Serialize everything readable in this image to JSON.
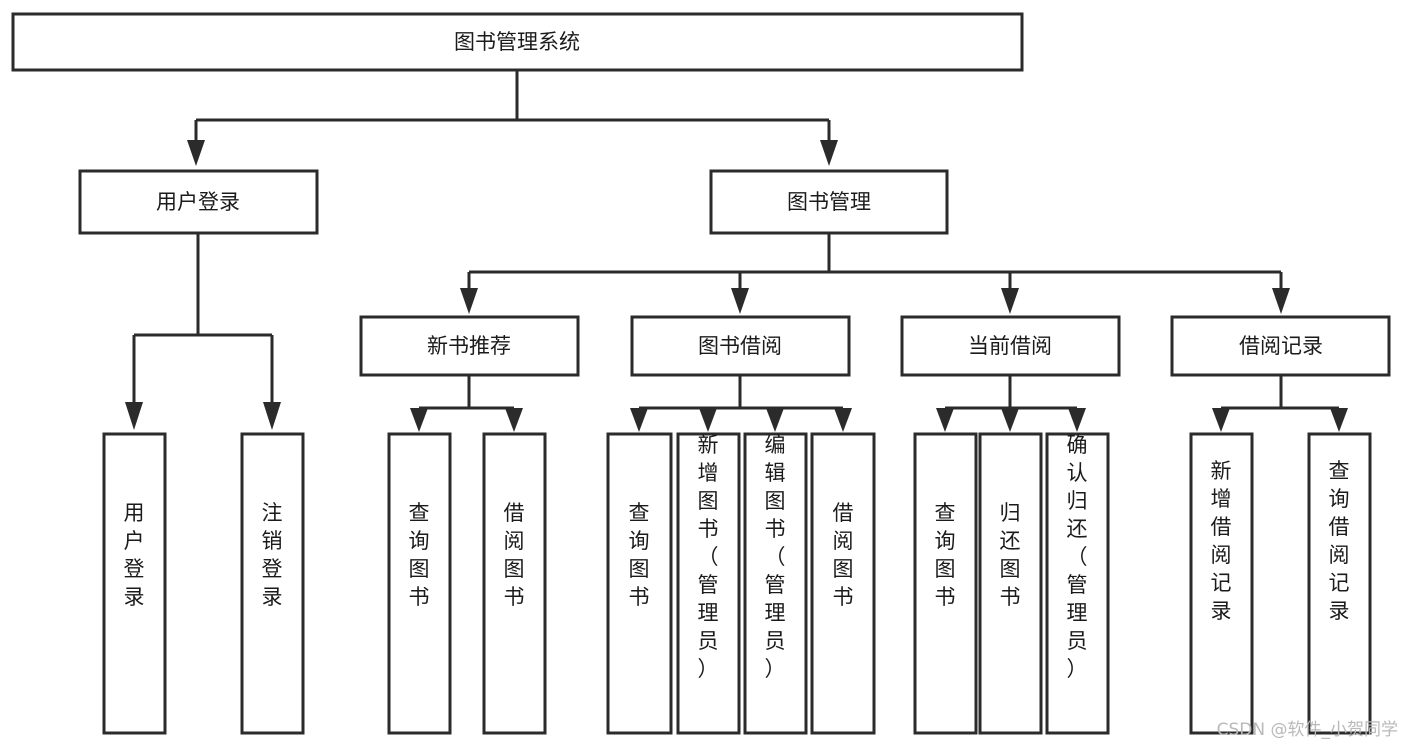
{
  "diagram": {
    "title": "图书管理系统",
    "type": "tree-hierarchy-chart",
    "root": {
      "id": "root",
      "label": "图书管理系统",
      "orientation": "horizontal"
    },
    "level1": [
      {
        "id": "user-login",
        "label": "用户登录",
        "orientation": "horizontal"
      },
      {
        "id": "book-manage",
        "label": "图书管理",
        "orientation": "horizontal"
      }
    ],
    "level2": [
      {
        "id": "new-book-recommend",
        "label": "新书推荐",
        "orientation": "horizontal",
        "parent": "book-manage"
      },
      {
        "id": "book-borrow",
        "label": "图书借阅",
        "orientation": "horizontal",
        "parent": "book-manage"
      },
      {
        "id": "current-borrow",
        "label": "当前借阅",
        "orientation": "horizontal",
        "parent": "book-manage"
      },
      {
        "id": "borrow-record",
        "label": "借阅记录",
        "orientation": "horizontal",
        "parent": "book-manage"
      }
    ],
    "leaves": {
      "user_login": [
        {
          "id": "leaf-user-login",
          "label": "用户登录",
          "orientation": "vertical"
        },
        {
          "id": "leaf-logout",
          "label": "注销登录",
          "orientation": "vertical"
        }
      ],
      "new_book_recommend": [
        {
          "id": "leaf-query-book-1",
          "label": "查询图书",
          "orientation": "vertical"
        },
        {
          "id": "leaf-borrow-book-1",
          "label": "借阅图书",
          "orientation": "vertical"
        }
      ],
      "book_borrow": [
        {
          "id": "leaf-query-book-2",
          "label": "查询图书",
          "orientation": "vertical"
        },
        {
          "id": "leaf-add-book",
          "label": "新增图书（管理员）",
          "orientation": "vertical"
        },
        {
          "id": "leaf-edit-book",
          "label": "编辑图书（管理员）",
          "orientation": "vertical"
        },
        {
          "id": "leaf-borrow-book-2",
          "label": "借阅图书",
          "orientation": "vertical"
        }
      ],
      "current_borrow": [
        {
          "id": "leaf-query-book-3",
          "label": "查询图书",
          "orientation": "vertical"
        },
        {
          "id": "leaf-return-book",
          "label": "归还图书",
          "orientation": "vertical"
        },
        {
          "id": "leaf-confirm-return",
          "label": "确认归还（管理员）",
          "orientation": "vertical"
        }
      ],
      "borrow_record": [
        {
          "id": "leaf-add-record",
          "label": "新增借阅记录",
          "orientation": "vertical"
        },
        {
          "id": "leaf-query-record",
          "label": "查询借阅记录",
          "orientation": "vertical"
        }
      ]
    },
    "colors": {
      "stroke": "#2b2b2b",
      "fill": "#ffffff",
      "text": "#1b1b1b",
      "watermark": "#b9b9b9"
    }
  },
  "watermark": {
    "text": "CSDN @软件_小贺同学"
  }
}
